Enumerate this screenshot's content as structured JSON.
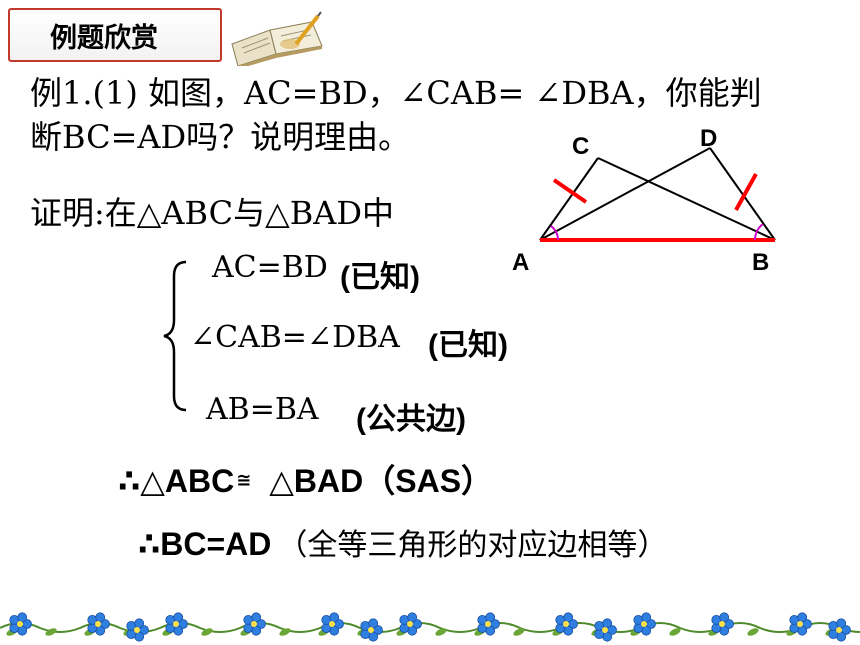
{
  "header": {
    "title": "例题欣赏"
  },
  "problem": {
    "line1": "例1.(1) 如图，AC=BD，∠CAB= ∠DBA，你能判",
    "line2": "断BC=AD吗？说明理由。"
  },
  "proof": {
    "intro": "证明:在△ABC与△BAD中",
    "conditions": [
      {
        "statement": "AC=BD",
        "reason": "(已知)"
      },
      {
        "statement": "∠CAB=∠DBA",
        "reason": "(已知)"
      },
      {
        "statement": "AB=BA",
        "reason": "(公共边)"
      }
    ],
    "therefore1": {
      "prefix": "∴△ABC",
      "cong": "≅",
      "rest": "△BAD（SAS）"
    },
    "therefore2": {
      "main": "∴BC=AD",
      "reason": "（全等三角形的对应边相等）"
    }
  },
  "diagram": {
    "labels": {
      "a": "A",
      "b": "B",
      "c": "C",
      "d": "D"
    },
    "colors": {
      "base": "#ff0000",
      "tick": "#ff0000",
      "angle": "#cc00cc",
      "lines": "#000000"
    }
  },
  "decor": {
    "icons": [
      "book-icon",
      "flower-garland-icon"
    ]
  }
}
